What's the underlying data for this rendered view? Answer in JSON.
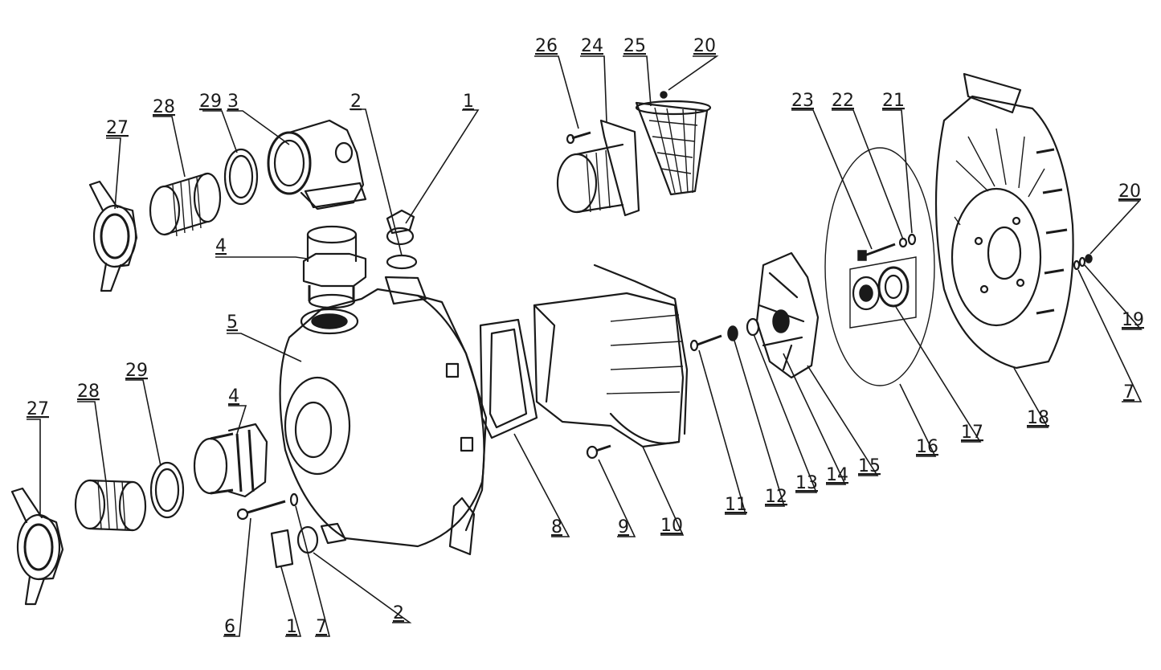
{
  "diagram": {
    "callouts": [
      {
        "id": "c27a",
        "label": "27"
      },
      {
        "id": "c28a",
        "label": "28"
      },
      {
        "id": "c29a",
        "label": "29"
      },
      {
        "id": "c3",
        "label": "3"
      },
      {
        "id": "c2a",
        "label": "2"
      },
      {
        "id": "c1a",
        "label": "1"
      },
      {
        "id": "c4a",
        "label": "4"
      },
      {
        "id": "c5",
        "label": "5"
      },
      {
        "id": "c27b",
        "label": "27"
      },
      {
        "id": "c28b",
        "label": "28"
      },
      {
        "id": "c29b",
        "label": "29"
      },
      {
        "id": "c4b",
        "label": "4"
      },
      {
        "id": "c6",
        "label": "6"
      },
      {
        "id": "c1b",
        "label": "1"
      },
      {
        "id": "c7a",
        "label": "7"
      },
      {
        "id": "c2b",
        "label": "2"
      },
      {
        "id": "c26",
        "label": "26"
      },
      {
        "id": "c24",
        "label": "24"
      },
      {
        "id": "c25",
        "label": "25"
      },
      {
        "id": "c20a",
        "label": "20"
      },
      {
        "id": "c8",
        "label": "8"
      },
      {
        "id": "c9",
        "label": "9"
      },
      {
        "id": "c10",
        "label": "10"
      },
      {
        "id": "c11",
        "label": "11"
      },
      {
        "id": "c12",
        "label": "12"
      },
      {
        "id": "c13",
        "label": "13"
      },
      {
        "id": "c14",
        "label": "14"
      },
      {
        "id": "c15",
        "label": "15"
      },
      {
        "id": "c16",
        "label": "16"
      },
      {
        "id": "c17",
        "label": "17"
      },
      {
        "id": "c18",
        "label": "18"
      },
      {
        "id": "c23",
        "label": "23"
      },
      {
        "id": "c22",
        "label": "22"
      },
      {
        "id": "c21",
        "label": "21"
      },
      {
        "id": "c20b",
        "label": "20"
      },
      {
        "id": "c19",
        "label": "19"
      },
      {
        "id": "c7b",
        "label": "7"
      }
    ]
  }
}
